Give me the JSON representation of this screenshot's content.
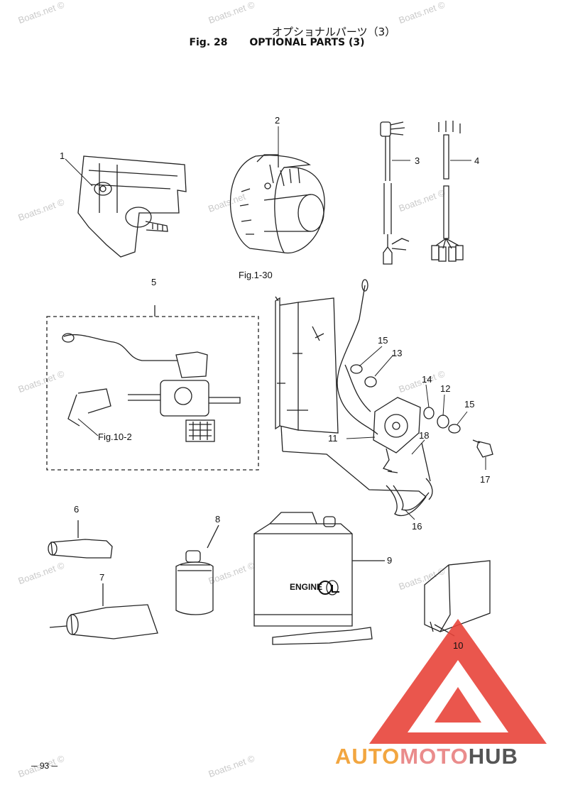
{
  "header": {
    "title_jp": "オプショナルパーツ（3）",
    "fig_number": "Fig. 28",
    "title_en": "OPTIONAL PARTS (3)"
  },
  "watermark": "Boats.net ©",
  "watermark_plain": "Boats.net",
  "callouts": {
    "p1": "1",
    "p2": "2",
    "p3": "3",
    "p4": "4",
    "p5": "5",
    "p6": "6",
    "p7": "7",
    "p8": "8",
    "p9": "9",
    "p10": "10",
    "p11": "11",
    "p12": "12",
    "p13": "13",
    "p14": "14",
    "p15a": "15",
    "p15b": "15",
    "p16": "16",
    "p17": "17",
    "p18": "18"
  },
  "refs": {
    "fig_1_30": "Fig.1-30",
    "fig_10_2": "Fig.10-2"
  },
  "oil_can_text": "ENGINE",
  "page_number": "─ 93 ─",
  "brand": {
    "part1": "AUTO",
    "part2": "MOTO",
    "part3": "HUB"
  },
  "colors": {
    "brand_orange": "#f2a640",
    "brand_pink": "#ea8c8c",
    "brand_gray": "#555555",
    "logo_red": "#e8443a"
  }
}
